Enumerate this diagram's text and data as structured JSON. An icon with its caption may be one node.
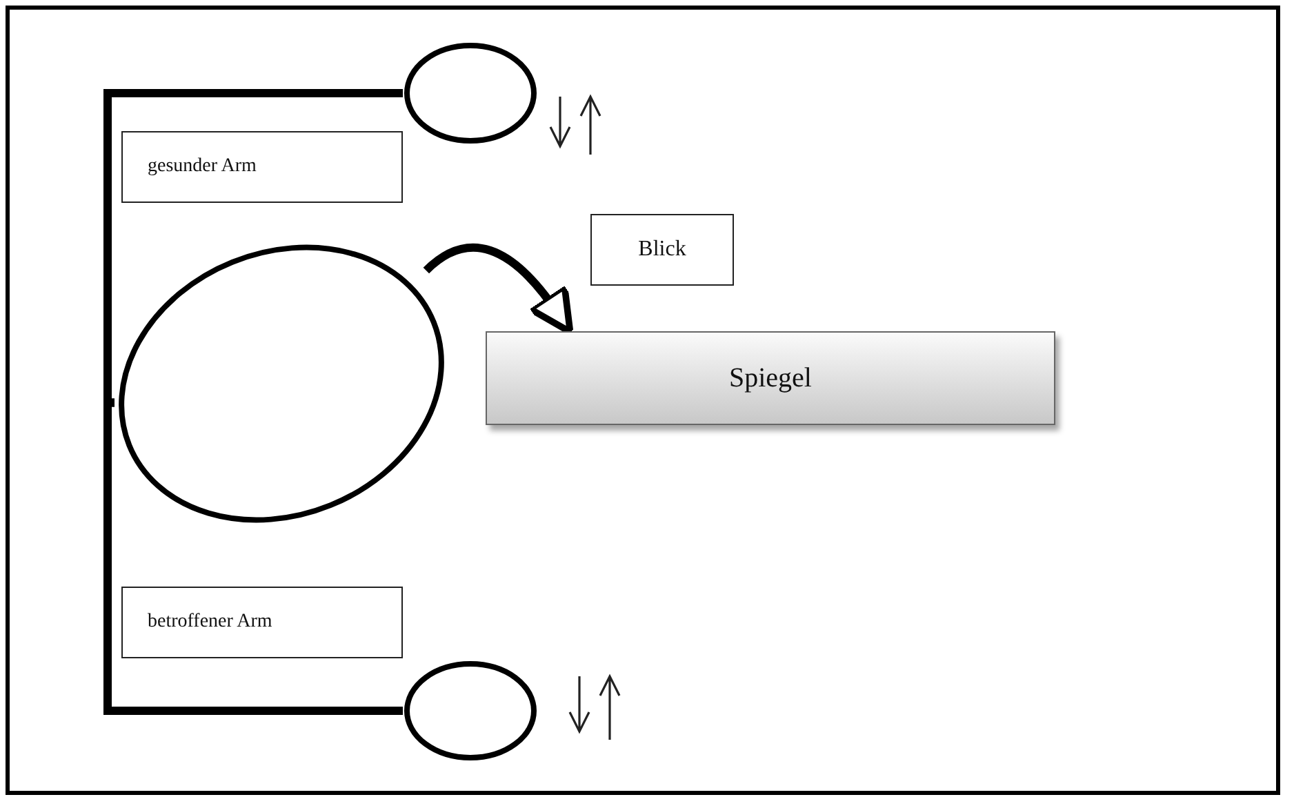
{
  "diagram": {
    "nodes": [
      {
        "text": [],
        "shape": "circle"
      },
      {
        "text": [
          "gesunder Arm"
        ]
      },
      {
        "text": [
          "Blick"
        ]
      },
      {
        "text": [],
        "shape": "circle"
      },
      {
        "text": [
          "Spiegel"
        ]
      },
      {
        "text": [
          "betroffener Arm"
        ]
      },
      {
        "text": [],
        "shape": "circle"
      }
    ],
    "edges": [
      {
        "from": 3,
        "to": 0,
        "arrow": "none"
      },
      {
        "from": 3,
        "to": 6,
        "arrow": "none"
      },
      {
        "from": 3,
        "to": 4,
        "arrow": "to"
      }
    ]
  }
}
